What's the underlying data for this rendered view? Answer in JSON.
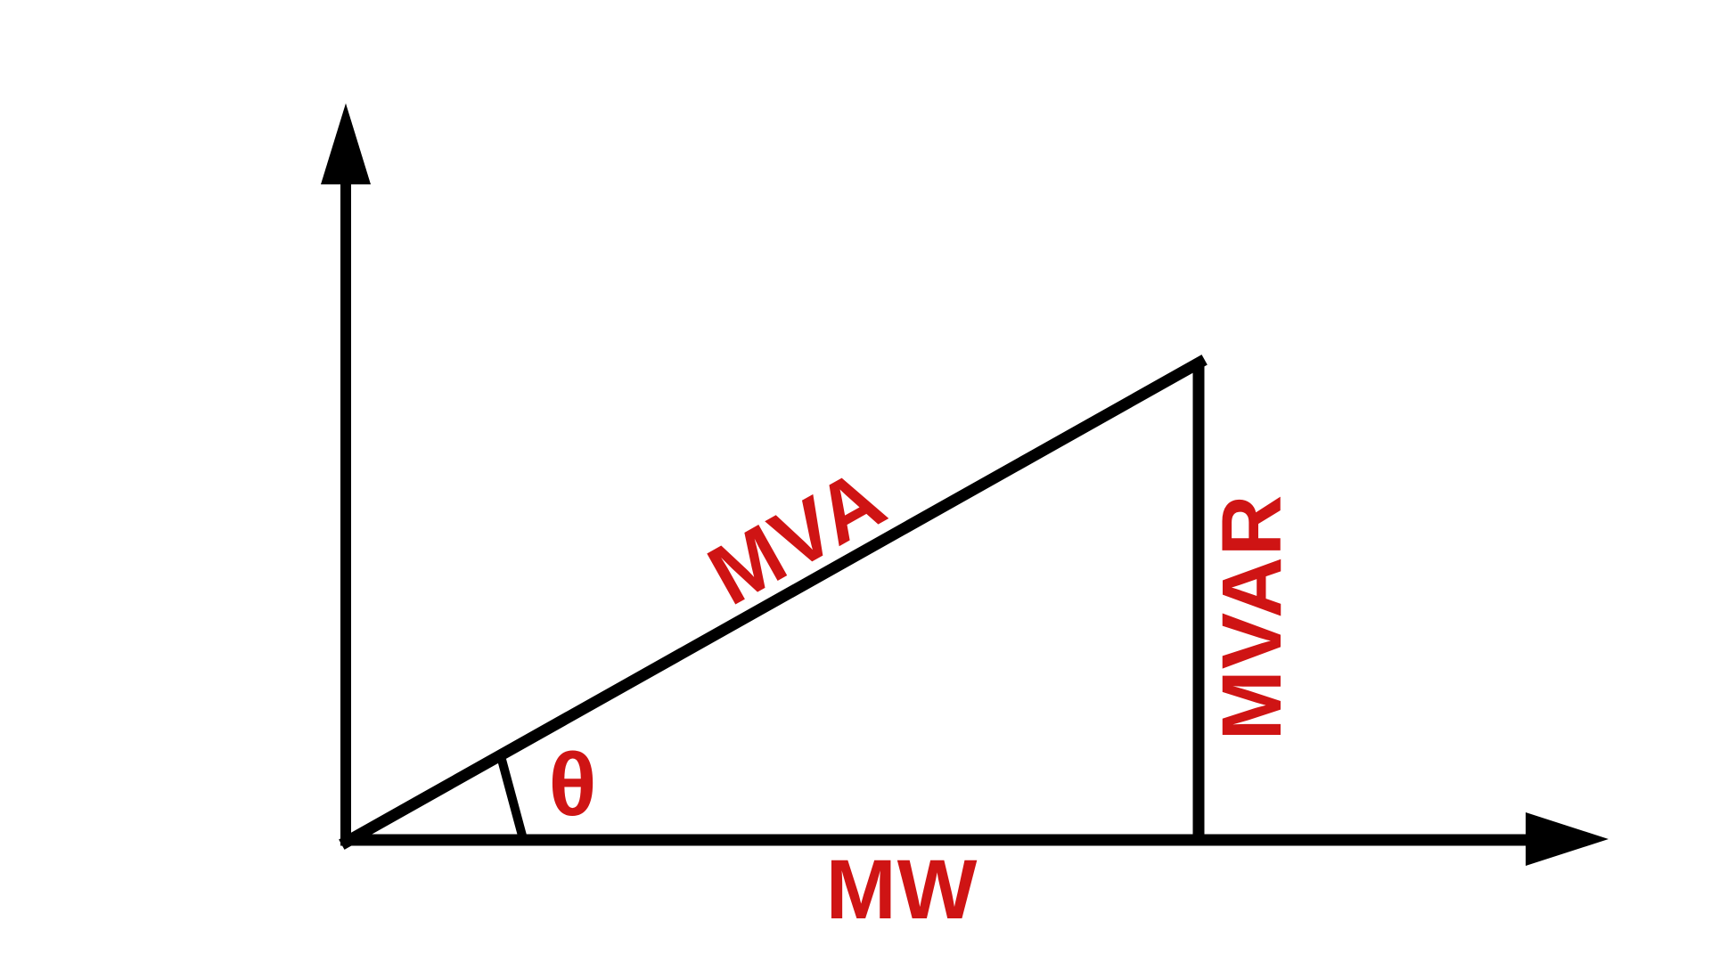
{
  "diagram": {
    "labels": {
      "hypotenuse": "MVA",
      "vertical_side": "MVAR",
      "horizontal_side": "MW",
      "angle": "θ"
    },
    "colors": {
      "label_red": "#cf1414",
      "line_black": "#000000",
      "background": "#ffffff"
    },
    "icons": {
      "y_axis_arrowhead": "up-arrowhead",
      "x_axis_arrowhead": "right-arrowhead"
    }
  }
}
